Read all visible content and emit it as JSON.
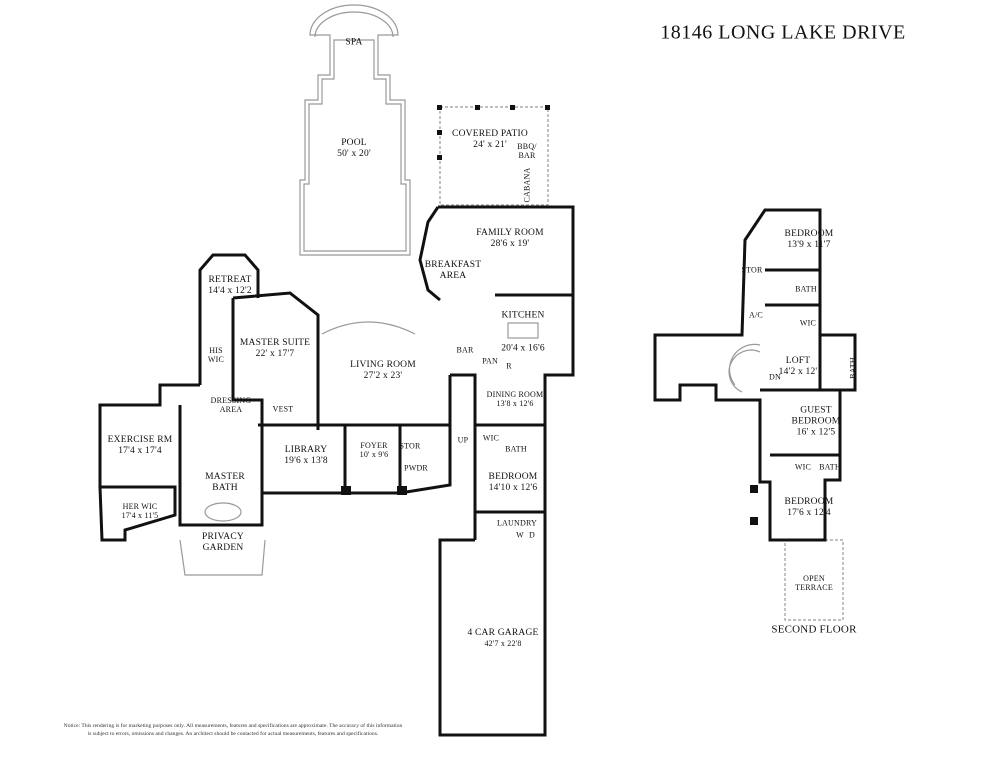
{
  "title": "18146 LONG LAKE DRIVE",
  "first_floor": {
    "spa": "SPA",
    "pool": {
      "name": "POOL",
      "size": "50' x 20'"
    },
    "covered_patio": {
      "name": "COVERED PATIO",
      "size": "24' x 21'"
    },
    "bbq_bar": [
      "BBQ/",
      "BAR"
    ],
    "cabana": "CABANA",
    "family_room": {
      "name": "FAMILY ROOM",
      "size": "28'6 x 19'"
    },
    "breakfast_area": [
      "BREAKFAST",
      "AREA"
    ],
    "kitchen": {
      "name": "KITCHEN",
      "size": "20'4 x 16'6"
    },
    "bar": "BAR",
    "pantry": "PAN",
    "refrigerator": "R",
    "retreat": {
      "name": "RETREAT",
      "size": "14'4 x 12'2"
    },
    "master_suite": {
      "name": "MASTER SUITE",
      "size": "22' x 17'7"
    },
    "his_wic": [
      "HIS",
      "WIC"
    ],
    "living_room": {
      "name": "LIVING ROOM",
      "size": "27'2 x 23'"
    },
    "dressing_area": [
      "DRESSING",
      "AREA"
    ],
    "vest": "VEST",
    "exercise_rm": {
      "name": "EXERCISE RM",
      "size": "17'4 x 17'4"
    },
    "library": {
      "name": "LIBRARY",
      "size": "19'6 x 13'8"
    },
    "foyer": {
      "name": "FOYER",
      "size": "10' x 9'6"
    },
    "stor": "STOR",
    "up": "UP",
    "pwdr": "PWDR",
    "dining_room": {
      "name": "DINING ROOM",
      "size": "13'8 x 12'6"
    },
    "wic": "WIC",
    "bath": "BATH",
    "bedroom": {
      "name": "BEDROOM",
      "size": "14'10 x 12'6"
    },
    "laundry": "LAUNDRY",
    "washer": "W",
    "dryer": "D",
    "master_bath": [
      "MASTER",
      "BATH"
    ],
    "her_wic": {
      "name": "HER WIC",
      "size": "17'4 x 11'5"
    },
    "privacy_garden": [
      "PRIVACY",
      "GARDEN"
    ],
    "garage": {
      "name": "4 CAR GARAGE",
      "size": "42'7 x 22'8"
    }
  },
  "second_floor": {
    "label": "SECOND FLOOR",
    "bedroom_1": {
      "name": "BEDROOM",
      "size": "13'9 x 11'7"
    },
    "stor": "STOR",
    "bath_1": "BATH",
    "ac": "A/C",
    "wic_1": "WIC",
    "loft": {
      "name": "LOFT",
      "size": "14'2 x 12'"
    },
    "dn": "DN",
    "bath_2": "BATH",
    "guest_bedroom": {
      "name": [
        "GUEST",
        "BEDROOM"
      ],
      "size": "16' x 12'5"
    },
    "wic_2": "WIC",
    "bath_3": "BATH",
    "bedroom_2": {
      "name": "BEDROOM",
      "size": "17'6 x 12'4"
    },
    "open_terrace": [
      "OPEN",
      "TERRACE"
    ]
  },
  "notice": [
    "Notice: This rendering is for marketing purposes only. All measurements, features and specifications are approximate. The accuracy of this information",
    "is subject to errors, omissions and changes. An architect should be contacted for actual measurements, features and specifications."
  ]
}
